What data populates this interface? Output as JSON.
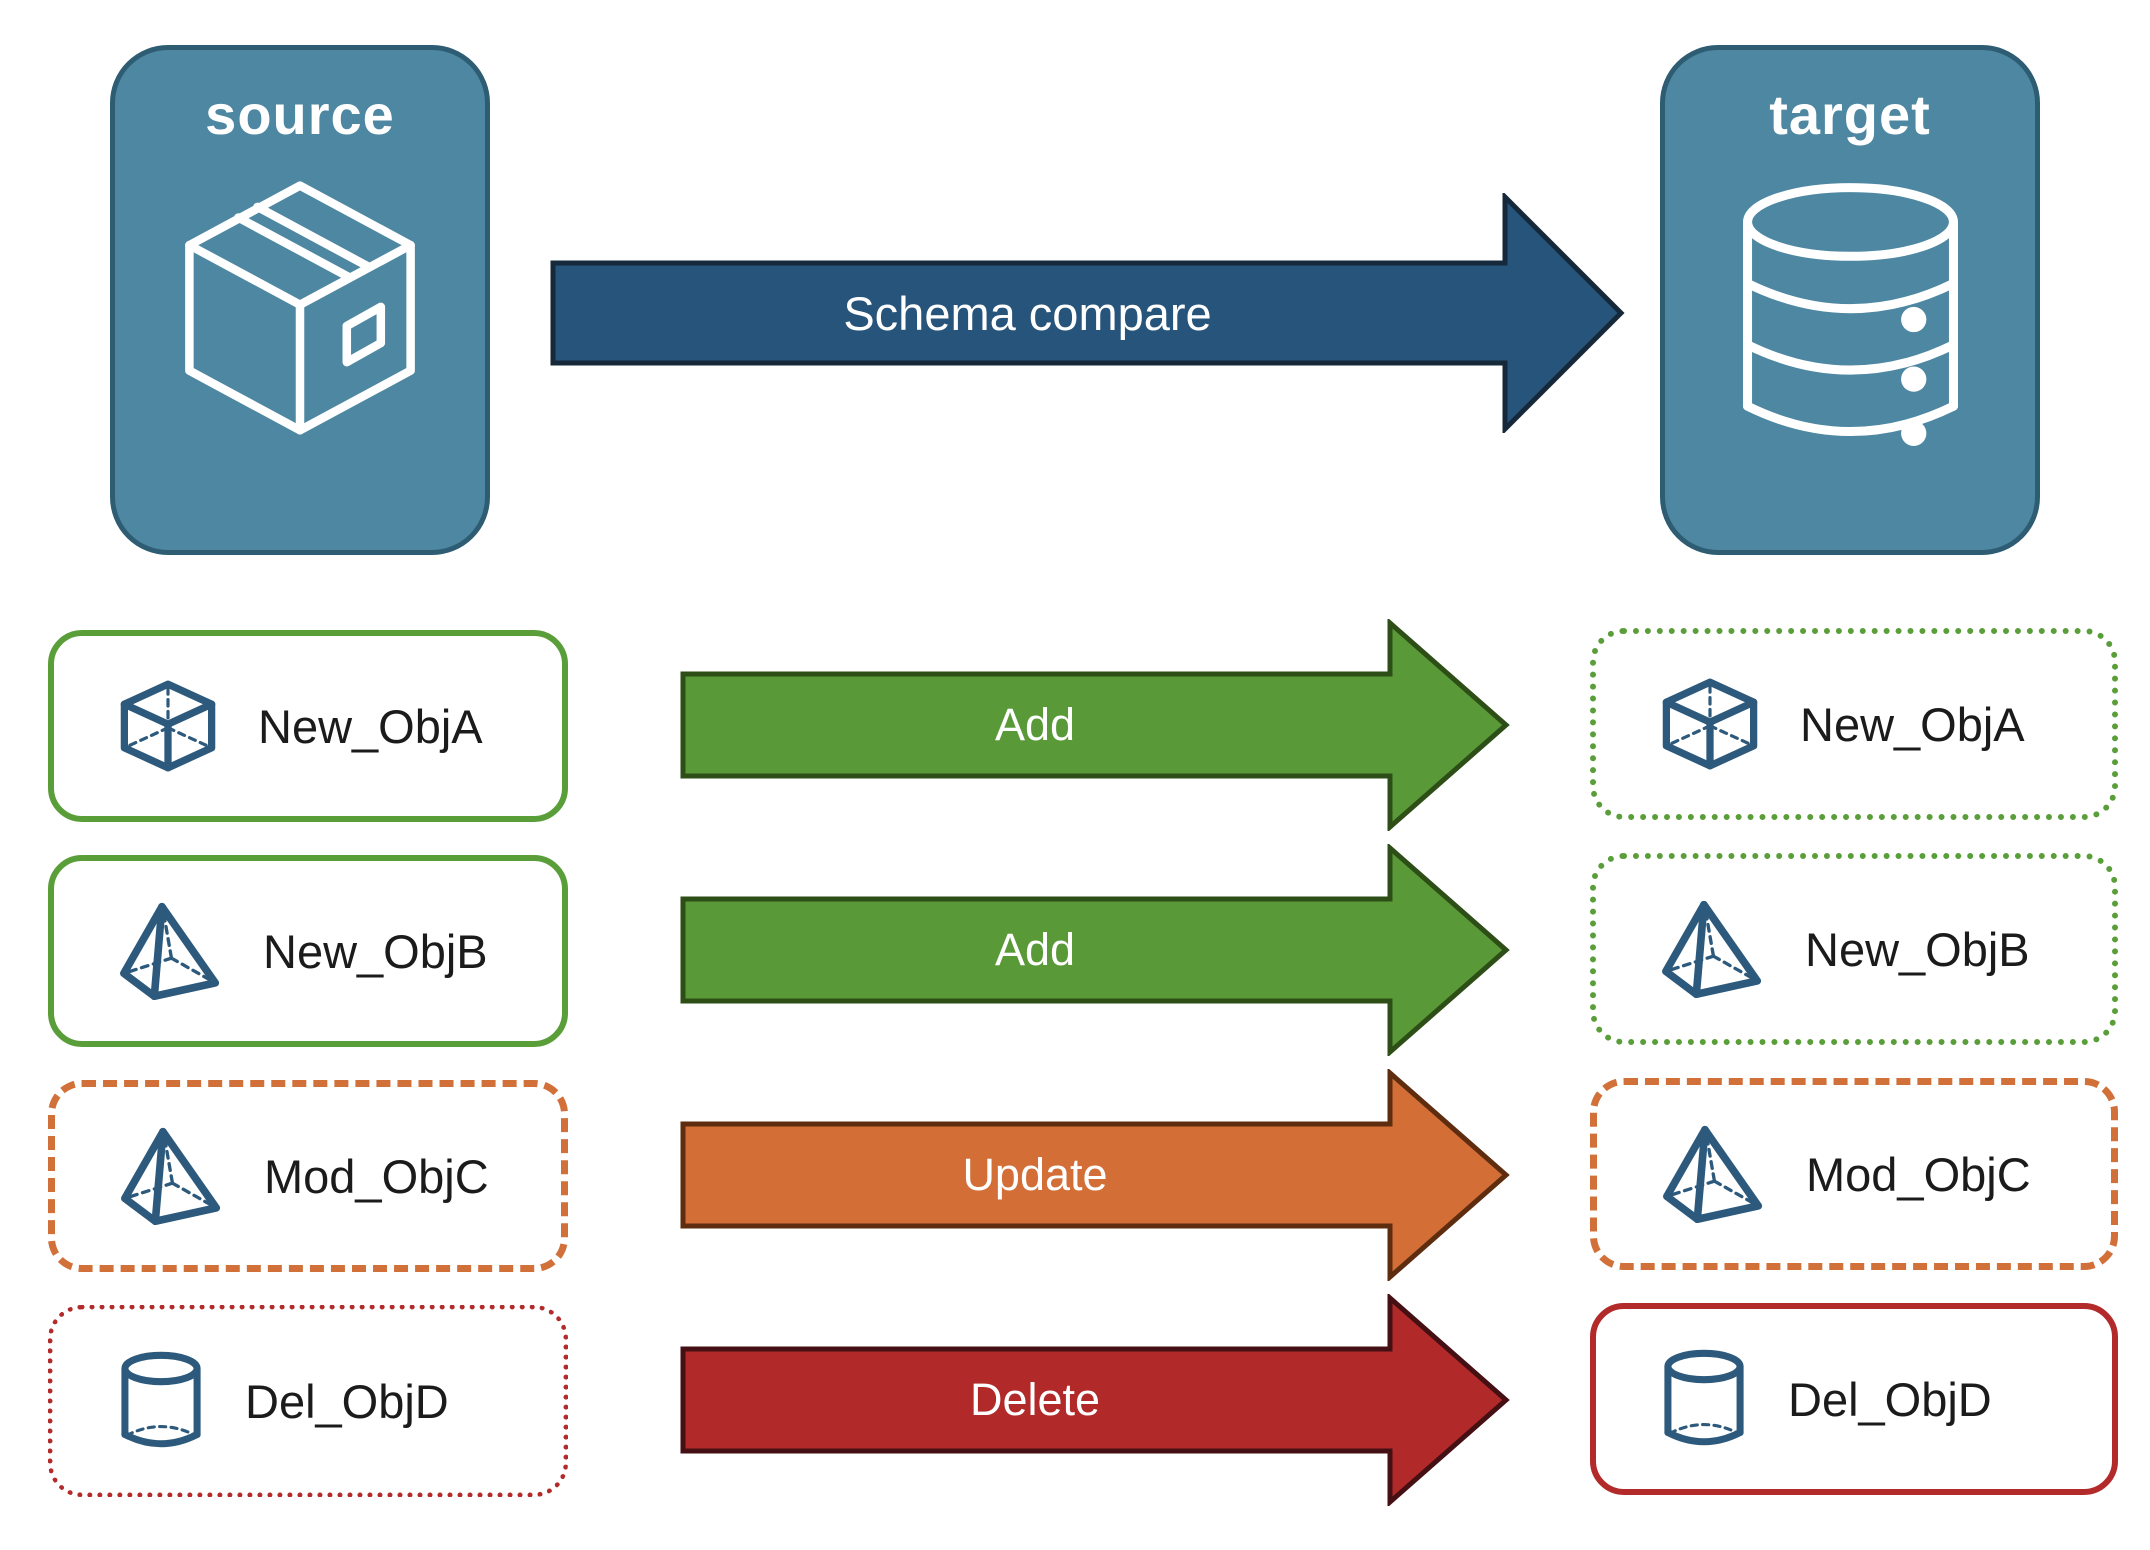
{
  "colors": {
    "node_fill": "#4d87a2",
    "node_border": "#2e5d73",
    "icon_blue": "#2d5a7c",
    "schema_fill": "#27547a",
    "schema_stroke": "#15293a",
    "add_fill": "#5a9938",
    "add_stroke": "#2d4e16",
    "update_fill": "#d26e36",
    "update_stroke": "#5e2d0f",
    "delete_fill": "#b12929",
    "delete_stroke": "#451014",
    "green_border": "#5a9e3a",
    "orange_border": "#d2703a",
    "red_border": "#b22a2a"
  },
  "nodes": {
    "source": {
      "label": "source",
      "icon": "package-icon"
    },
    "target": {
      "label": "target",
      "icon": "database-icon"
    }
  },
  "main_arrow": {
    "label": "Schema compare"
  },
  "rows": [
    {
      "object": "New_ObjA",
      "icon": "cube-icon",
      "action": "Add",
      "source_border": "solid-green",
      "target_border": "dotted-green"
    },
    {
      "object": "New_ObjB",
      "icon": "pyramid-icon",
      "action": "Add",
      "source_border": "solid-green",
      "target_border": "dotted-green"
    },
    {
      "object": "Mod_ObjC",
      "icon": "pyramid-icon",
      "action": "Update",
      "source_border": "dashed-orange",
      "target_border": "dashed-orange"
    },
    {
      "object": "Del_ObjD",
      "icon": "cylinder-icon",
      "action": "Delete",
      "source_border": "dotted-red",
      "target_border": "solid-red"
    }
  ]
}
